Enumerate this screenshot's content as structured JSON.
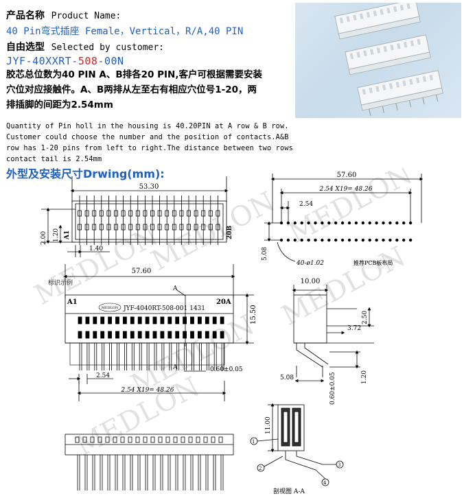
{
  "product_name": {
    "cn": "产品名称",
    "en": "Product Name:",
    "value": "40 Pin弯式插座 Female，Vertical，R/A,40 PIN"
  },
  "selection": {
    "cn": "自由选型",
    "en": "Selected by customer:"
  },
  "model": {
    "prefix": "JYF-40XXRT-",
    "highlight": "508",
    "suffix": "-00N"
  },
  "desc_cn": [
    "胶芯总位数为40 PIN A、B排各20 PIN,客户可根据需要安装",
    "穴位对应接触件。A、B两排从左至右有相应穴位号1-20，两",
    "排插脚的间距为2.54mm"
  ],
  "desc_en": [
    "Quantity of Pin holl in the housing is 40.20PIN at A row & B row.",
    "Customer could choose the number and the position of contacts.A&B",
    "row has 1-20 pins from left to right.The distance between two rows",
    "contact tail is 2.54mm"
  ],
  "drawing_title": "外型及安装尺寸Drwing(mm):",
  "watermark": "MEDLON",
  "colors": {
    "accent_blue": "#1f5fbf",
    "model_red": "#d81e1e"
  },
  "drawing": {
    "top_view": {
      "width": "53.30",
      "dim_a": "2.00",
      "dim_b": "1.20",
      "dim_c": "1.40",
      "pin_a1": "A1",
      "pin_b20": "20B"
    },
    "pcb_layout": {
      "width": "57.60",
      "span": "2.54 X19= 48.26",
      "pitch": "2.54",
      "row_dist": "5.08",
      "hole_spec": "40-ø1.02",
      "caption": "推荐PCB板布局"
    },
    "front_view": {
      "width": "57.60",
      "marking_label": "标识示例",
      "pin_a1": "A1",
      "pin_20a": "20A",
      "marking_text": "JYF-4040RT-508-001  1431",
      "logo": "MEDLON",
      "section": "A",
      "height": "15.50",
      "pitch": "2.54",
      "span": "2.54 X19= 48.26",
      "pin_size": "0.60±0.05"
    },
    "side_view": {
      "width": "10.00",
      "offset": "3.72",
      "dim_a": "2.50",
      "row_dist": "5.08",
      "pin_size": "0.60±0.05",
      "dim_b": "1.20"
    },
    "section_view": {
      "height": "11.00",
      "caption": "剖视图 A-A",
      "callouts": [
        "1",
        "2",
        "3",
        "4"
      ]
    }
  }
}
